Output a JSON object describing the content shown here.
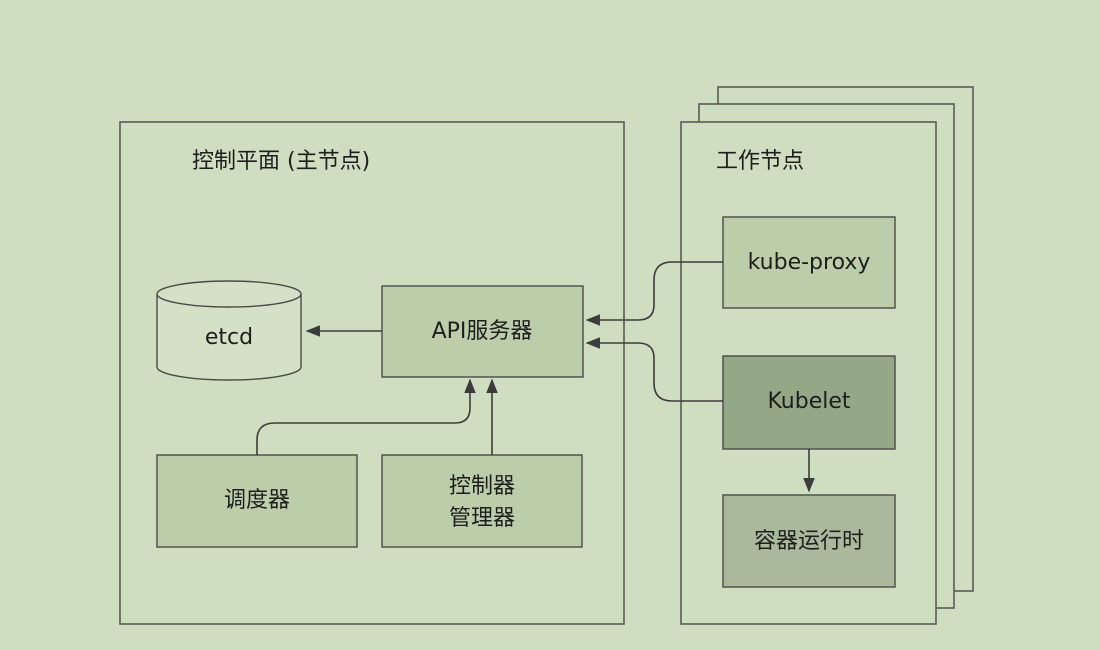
{
  "control_plane": {
    "title": "控制平面 (主节点)",
    "etcd": "etcd",
    "api_server": "API服务器",
    "scheduler": "调度器",
    "controller_manager_line1": "控制器",
    "controller_manager_line2": "管理器"
  },
  "worker_node": {
    "title": "工作节点",
    "kube_proxy": "kube-proxy",
    "kubelet": "Kubelet",
    "container_runtime": "容器运行时"
  },
  "colors": {
    "background": "#cfddc0",
    "box_light": "#bccdaa",
    "box_dark": "#94a888",
    "line": "#3c3c3c"
  }
}
